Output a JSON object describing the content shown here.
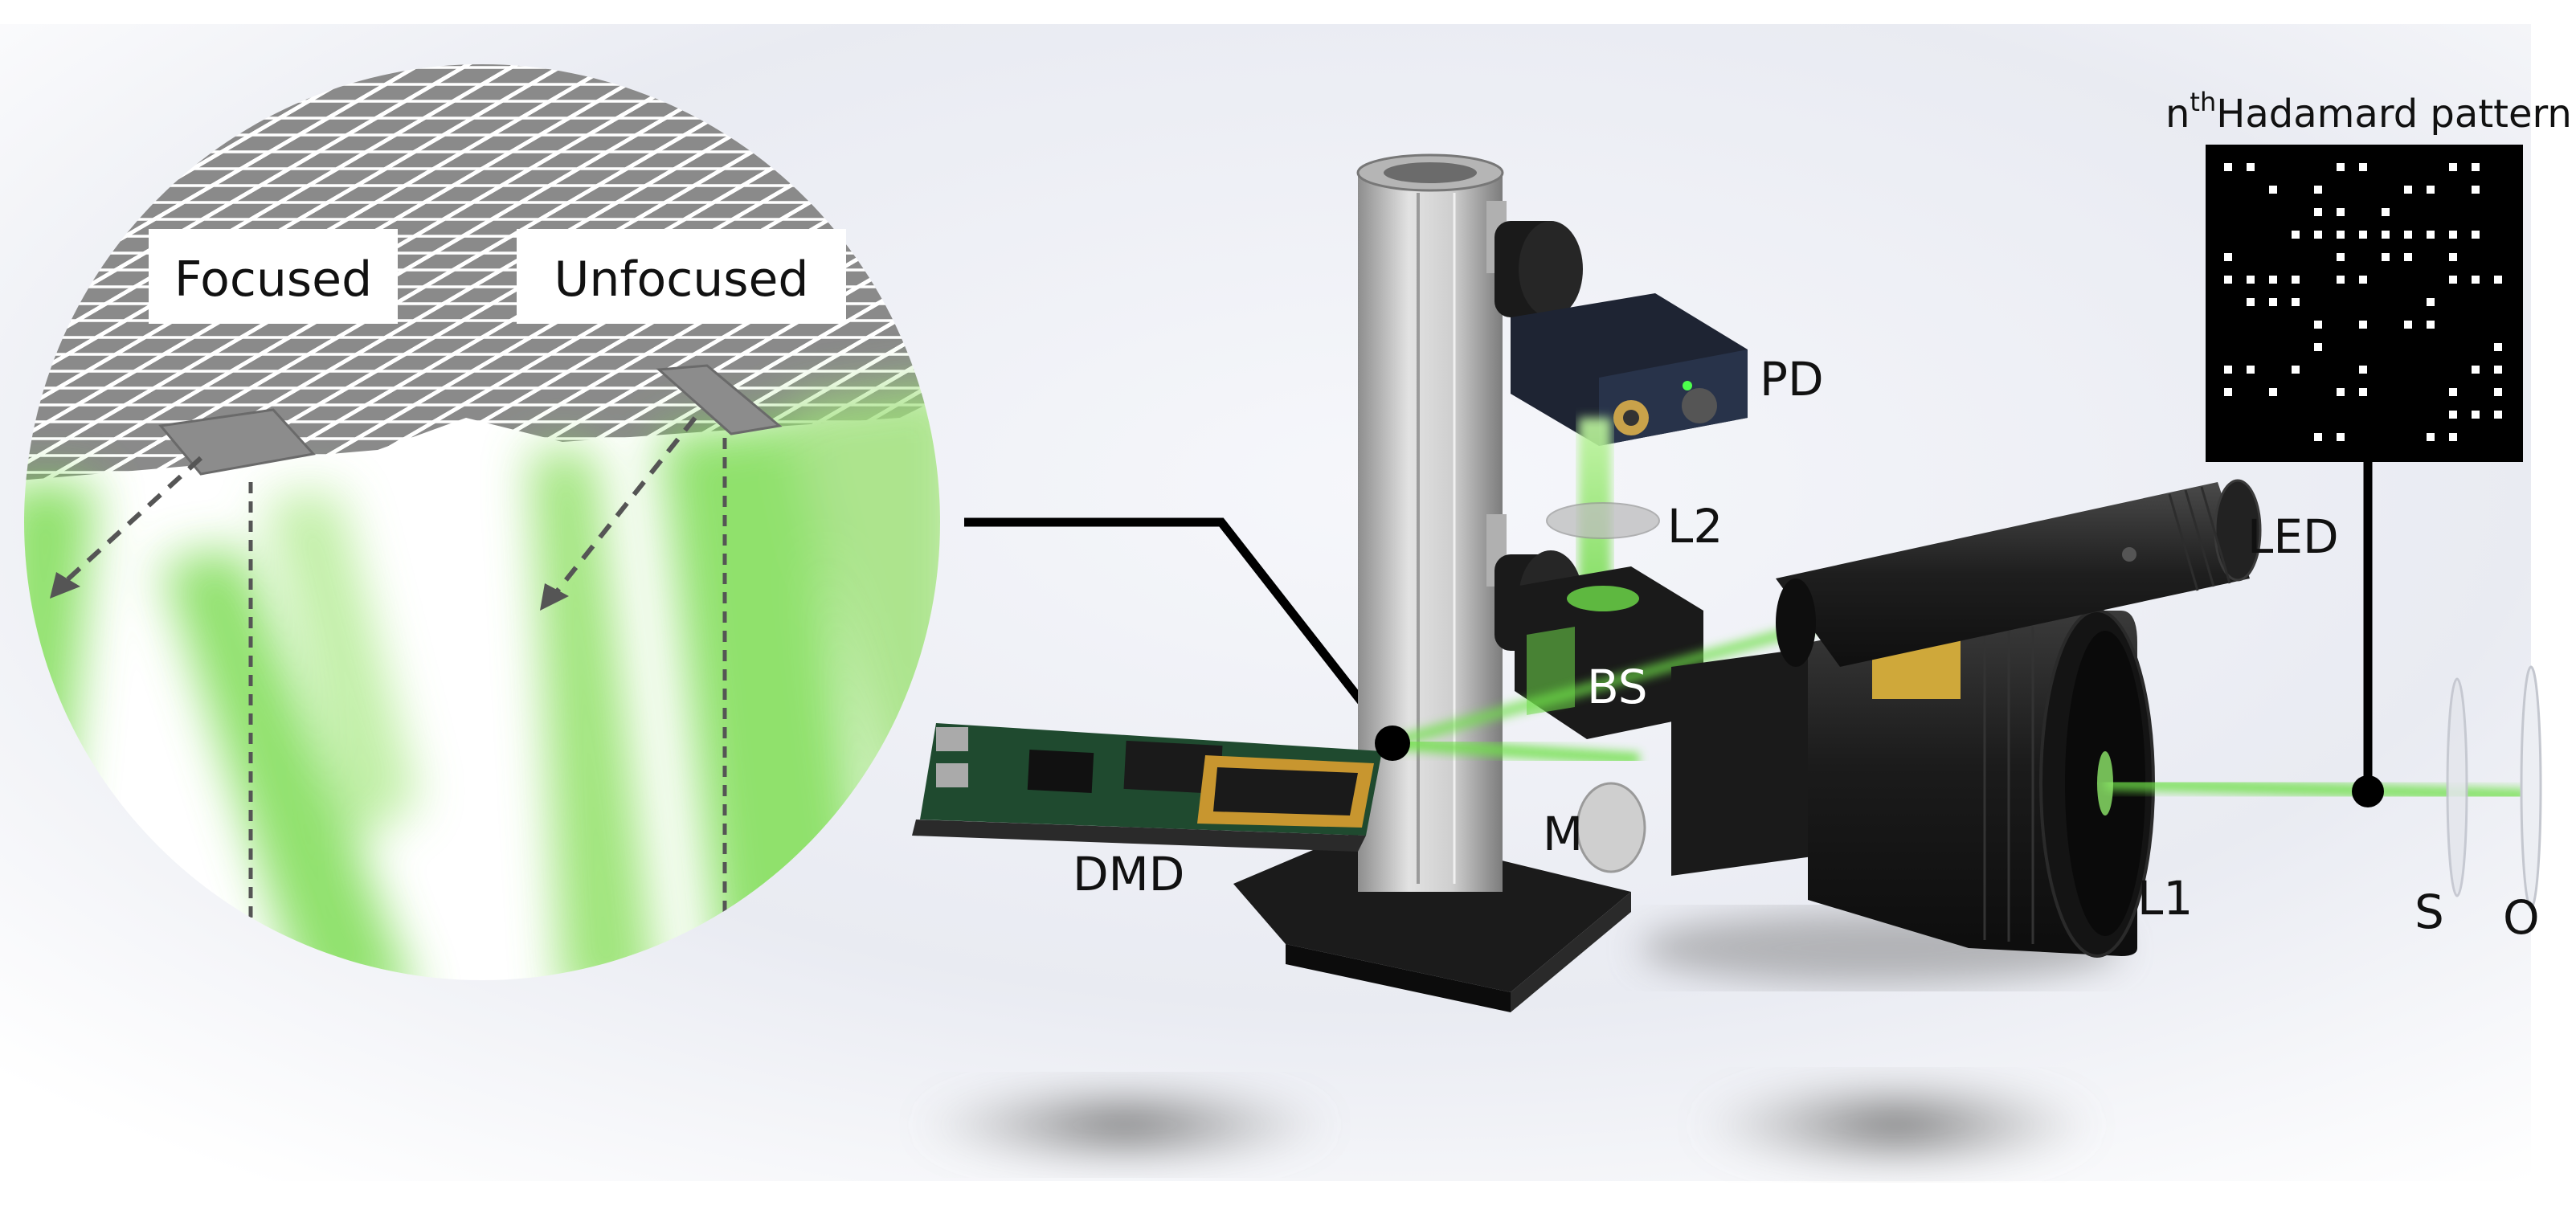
{
  "zoom_inset": {
    "focused_label": "Focused",
    "unfocused_label": "Unfocused"
  },
  "pattern": {
    "label_prefix": "n",
    "label_sup": "th",
    "label_main": "Hadamard pattern"
  },
  "components": {
    "pd": "PD",
    "l2": "L2",
    "led": "LED",
    "bs": "BS",
    "dmd": "DMD",
    "m": "M",
    "l1": "L1",
    "s": "S",
    "o": "O"
  },
  "colors": {
    "beam_green": "#5fd63a",
    "light_green": "#9fe07a",
    "mirror_gray": "#7a7a7a",
    "body_black": "#1c1c1c",
    "rail_silver": "#c4c4c4"
  }
}
